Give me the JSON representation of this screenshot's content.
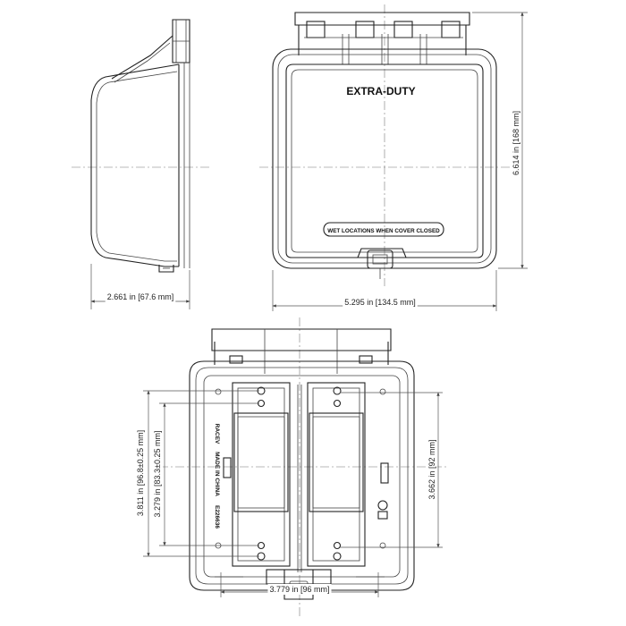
{
  "labels": {
    "extra_duty": "EXTRA-DUTY",
    "wet_locations": "WET LOCATIONS WHEN COVER CLOSED",
    "made_in": "MADE IN CHINA",
    "model": "RACEV",
    "part_no": "E226636"
  },
  "dimensions": {
    "side_depth": "2.661 in [67.6 mm]",
    "front_width": "5.295 in [134.5 mm]",
    "front_height": "6.614 in [168 mm]",
    "back_height_outer": "3.811 in [96.8±0.25 mm]",
    "back_height_inner": "3.279 in [83.3±0.25 mm]",
    "back_height_right": "3.662 in [92 mm]",
    "back_width": "3.779 in [96 mm]"
  }
}
